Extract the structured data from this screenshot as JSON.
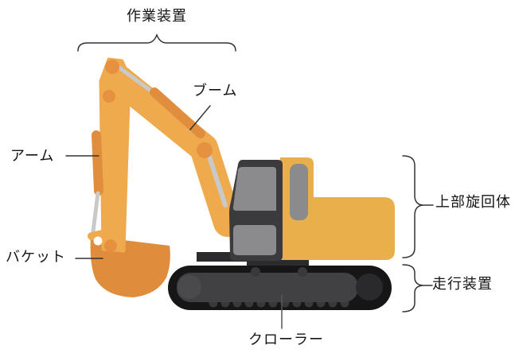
{
  "diagram": {
    "labels": {
      "work_equipment": "作業装置",
      "boom": "ブーム",
      "arm": "アーム",
      "bucket": "バケット",
      "crawler": "クローラー",
      "upper_structure": "上部旋回体",
      "travel_device": "走行装置"
    },
    "colors": {
      "machine_orange": "#EFAA4D",
      "body_yellow": "#E9AF4B",
      "cylinder_orange": "#E08E3E",
      "joint_orange": "#E59140",
      "bucket_orange": "#DF8C3D",
      "rod_gray": "#C9C9C9",
      "cab_dark": "#3B3B3D",
      "window_gray": "#8B8B8D",
      "base_dark": "#2B2B2D",
      "track_black": "#161616",
      "track_inner": "#414143",
      "wheel_dark": "#2A2A2C",
      "annotation_line": "#333333",
      "text_color": "#151515"
    }
  }
}
